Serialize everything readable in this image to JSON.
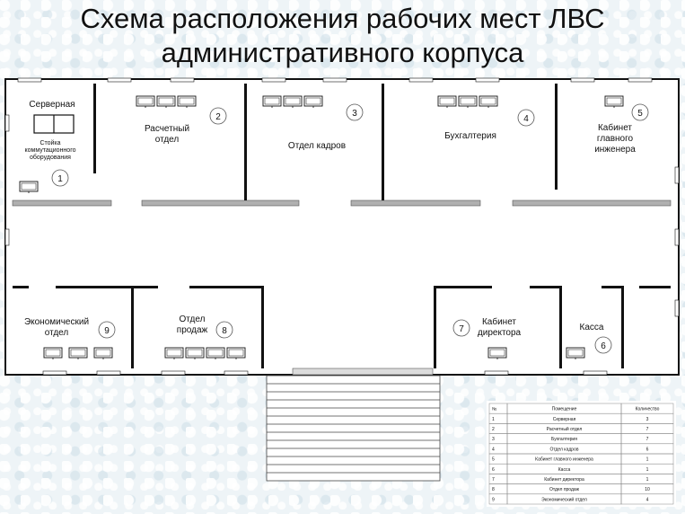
{
  "title": {
    "line1": "Схема расположения рабочих мест ЛВС",
    "line2": "административного корпуса"
  },
  "rooms": [
    {
      "id": "server",
      "lines": [
        "Серверная"
      ]
    },
    {
      "id": "rack",
      "lines": [
        "Стойка",
        "коммутационного",
        "оборудования"
      ]
    },
    {
      "id": "1",
      "num": "1"
    },
    {
      "id": "raschet",
      "lines": [
        "Расчетный",
        "отдел"
      ],
      "num": "2"
    },
    {
      "id": "kadry",
      "lines": [
        "Отдел кадров"
      ],
      "num": "3"
    },
    {
      "id": "buh",
      "lines": [
        "Бухгалтерия"
      ],
      "num": "4"
    },
    {
      "id": "engineer",
      "lines": [
        "Кабинет",
        "главного",
        "инженера"
      ],
      "num": "5"
    },
    {
      "id": "econ",
      "lines": [
        "Экономический",
        "отдел"
      ],
      "num": "9"
    },
    {
      "id": "sales",
      "lines": [
        "Отдел",
        "продаж"
      ],
      "num": "8"
    },
    {
      "id": "director",
      "lines": [
        "Кабинет",
        "директора"
      ],
      "num": "7"
    },
    {
      "id": "kassa",
      "lines": [
        "Касса"
      ],
      "num": "6"
    }
  ],
  "table": {
    "headers": [
      "№",
      "Помещение",
      "Количество"
    ],
    "rows": [
      [
        "1",
        "Серверная",
        "3"
      ],
      [
        "2",
        "Расчетный отдел",
        "7"
      ],
      [
        "3",
        "Бухгалтерия",
        "7"
      ],
      [
        "4",
        "Отдел кадров",
        "6"
      ],
      [
        "5",
        "Кабинет главного инженера",
        "1"
      ],
      [
        "6",
        "Касса",
        "1"
      ],
      [
        "7",
        "Кабинет директора",
        "1"
      ],
      [
        "8",
        "Отдел продаж",
        "10"
      ],
      [
        "9",
        "Экономический отдел",
        "4"
      ]
    ]
  }
}
